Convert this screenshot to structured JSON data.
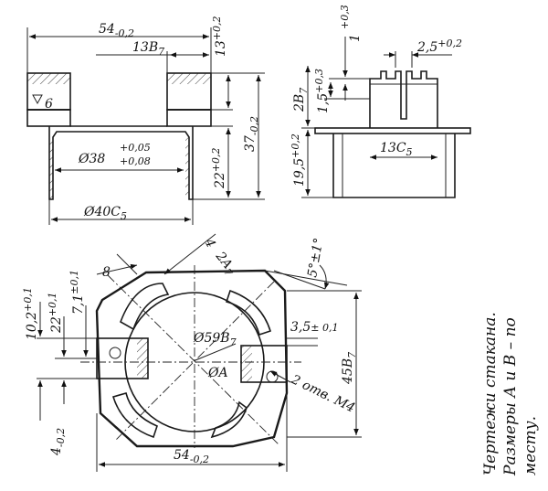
{
  "dims": {
    "top_width": "54",
    "top_width_tol": "-0,2",
    "fit_13": "13B",
    "fit_13_sub": "7",
    "h_13": "13",
    "h_13_tol": "+0,2",
    "h_37": "37",
    "h_37_tol": "-0,2",
    "h_22": "22",
    "h_22_tol": "+0,2",
    "bore": "Ø38",
    "bore_tol_up": "+0,05",
    "bore_tol_dn": "+0,08",
    "outer": "Ø40С",
    "outer_sub": "5",
    "rough": "6",
    "r_1": "1",
    "r_1_tol": "+0,3",
    "r_25": "2,5",
    "r_25_tol": "+0,2",
    "r_15": "1,5",
    "r_15_tol": "+0,3",
    "r_2B": "2B",
    "r_2B_sub": "7",
    "r_195": "19,5",
    "r_195_tol": "+0,2",
    "r_13C": "13С",
    "r_13C_sub": "5",
    "p_4": "4",
    "p_2A": "2A",
    "p_2A_sub": "7",
    "p_8": "8",
    "p_angle": "5°±1°",
    "p_102": "10,2",
    "p_102_tol": "+0,1",
    "p_22": "22",
    "p_22_tol": "+0,1",
    "p_71": "7,1",
    "p_71_tol": "±0,1",
    "p_4b": "4",
    "p_4b_tol": "-0,2",
    "p_59": "Ø59B",
    "p_59_sub": "7",
    "p_A": "ØA",
    "p_35": "3,5",
    "p_35_tol": "± 0,1",
    "p_45": "45B",
    "p_45_sub": "7",
    "p_holes": "2 отв. М4",
    "p_bottom": "54",
    "p_bottom_tol": "-0,2"
  },
  "caption": {
    "line1": "Чертежи     стакана.",
    "line2": "Размеры А и  В – по",
    "line3": "месту."
  }
}
